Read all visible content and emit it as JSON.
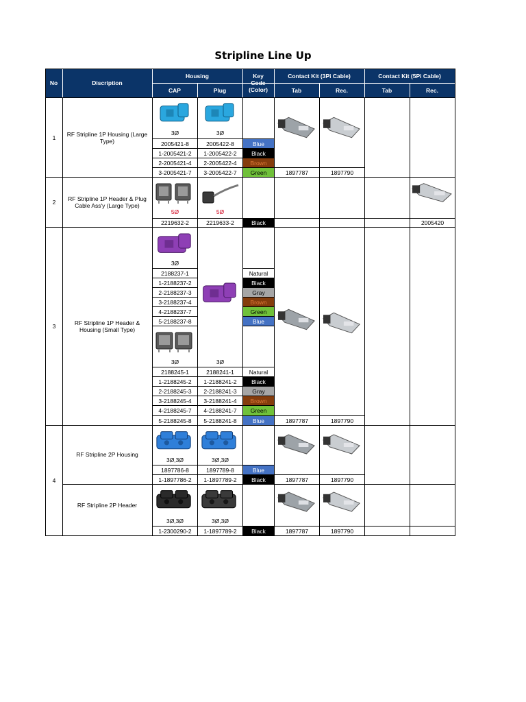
{
  "title": "Stripline Line Up",
  "headers": {
    "no": "No",
    "description": "Discription",
    "housing": "Housing",
    "cap": "CAP",
    "plug": "Plug",
    "key_code": "Key Code (Color)",
    "contact_3pi": "Contact Kit (3Pi Cable)",
    "contact_5pi": "Contact Kit (5Pi Cable)",
    "tab": "Tab",
    "rec": "Rec."
  },
  "colors": {
    "Blue": "#4472c4",
    "Black": "#000000",
    "Brown": "#843c0c",
    "Green": "#70c13a",
    "Gray": "#a6a6a6",
    "Natural": "#ffffff",
    "header": "#0b3468"
  },
  "sections": [
    {
      "no": "1",
      "description": "RF Stripline 1P Housing (Large Type)",
      "cap_label": "3Ø",
      "plug_label": "3Ø",
      "rows": [
        {
          "cap": "2005421-8",
          "plug": "2005422-8",
          "color": "Blue"
        },
        {
          "cap": "1-2005421-2",
          "plug": "1-2005422-2",
          "color": "Black"
        },
        {
          "cap": "2-2005421-4",
          "plug": "2-2005422-4",
          "color": "Brown"
        },
        {
          "cap": "3-2005421-7",
          "plug": "3-2005422-7",
          "color": "Green"
        }
      ],
      "tab": "1897787",
      "rec": "1897790"
    },
    {
      "no": "2",
      "description": "RF Stripline 1P Header & Plug Cable Ass'y (Large Type)",
      "cap_label": "5Ø",
      "plug_label": "5Ø",
      "rows": [
        {
          "cap": "2219632-2",
          "plug": "2219633-2",
          "color": "Black"
        }
      ],
      "rec5": "2005420"
    },
    {
      "no": "3",
      "description": "RF Stripline 1P Header & Housing (Small Type)",
      "cap_label_a": "3Ø",
      "rows_a": [
        {
          "cap": "2188237-1",
          "color": "Natural"
        },
        {
          "cap": "1-2188237-2",
          "color": "Black"
        },
        {
          "cap": "2-2188237-3",
          "color": "Gray"
        },
        {
          "cap": "3-2188237-4",
          "color": "Brown"
        },
        {
          "cap": "4-2188237-7",
          "color": "Green"
        },
        {
          "cap": "5-2188237-8",
          "color": "Blue"
        }
      ],
      "cap_label_b": "3Ø",
      "plug_label_b": "3Ø",
      "rows_b": [
        {
          "cap": "2188245-1",
          "plug": "2188241-1",
          "color": "Natural"
        },
        {
          "cap": "1-2188245-2",
          "plug": "1-2188241-2",
          "color": "Black"
        },
        {
          "cap": "2-2188245-3",
          "plug": "2-2188241-3",
          "color": "Gray"
        },
        {
          "cap": "3-2188245-4",
          "plug": "3-2188241-4",
          "color": "Brown"
        },
        {
          "cap": "4-2188245-7",
          "plug": "4-2188241-7",
          "color": "Green"
        },
        {
          "cap": "5-2188245-8",
          "plug": "5-2188241-8",
          "color": "Blue"
        }
      ],
      "tab": "1897787",
      "rec": "1897790"
    },
    {
      "no": "4",
      "sub": [
        {
          "description": "RF Stripline 2P Housing",
          "cap_label": "3Ø,3Ø",
          "plug_label": "3Ø,3Ø",
          "rows": [
            {
              "cap": "1897786-8",
              "plug": "1897789-8",
              "color": "Blue"
            },
            {
              "cap": "1-1897786-2",
              "plug": "1-1897789-2",
              "color": "Black"
            }
          ],
          "tab": "1897787",
          "rec": "1897790"
        },
        {
          "description": "RF Stripline 2P Header",
          "cap_label": "3Ø,3Ø",
          "plug_label": "3Ø,3Ø",
          "rows": [
            {
              "cap": "1-2300290-2",
              "plug": "1-1897789-2",
              "color": "Black"
            }
          ],
          "tab": "1897787",
          "rec": "1897790"
        }
      ]
    }
  ]
}
